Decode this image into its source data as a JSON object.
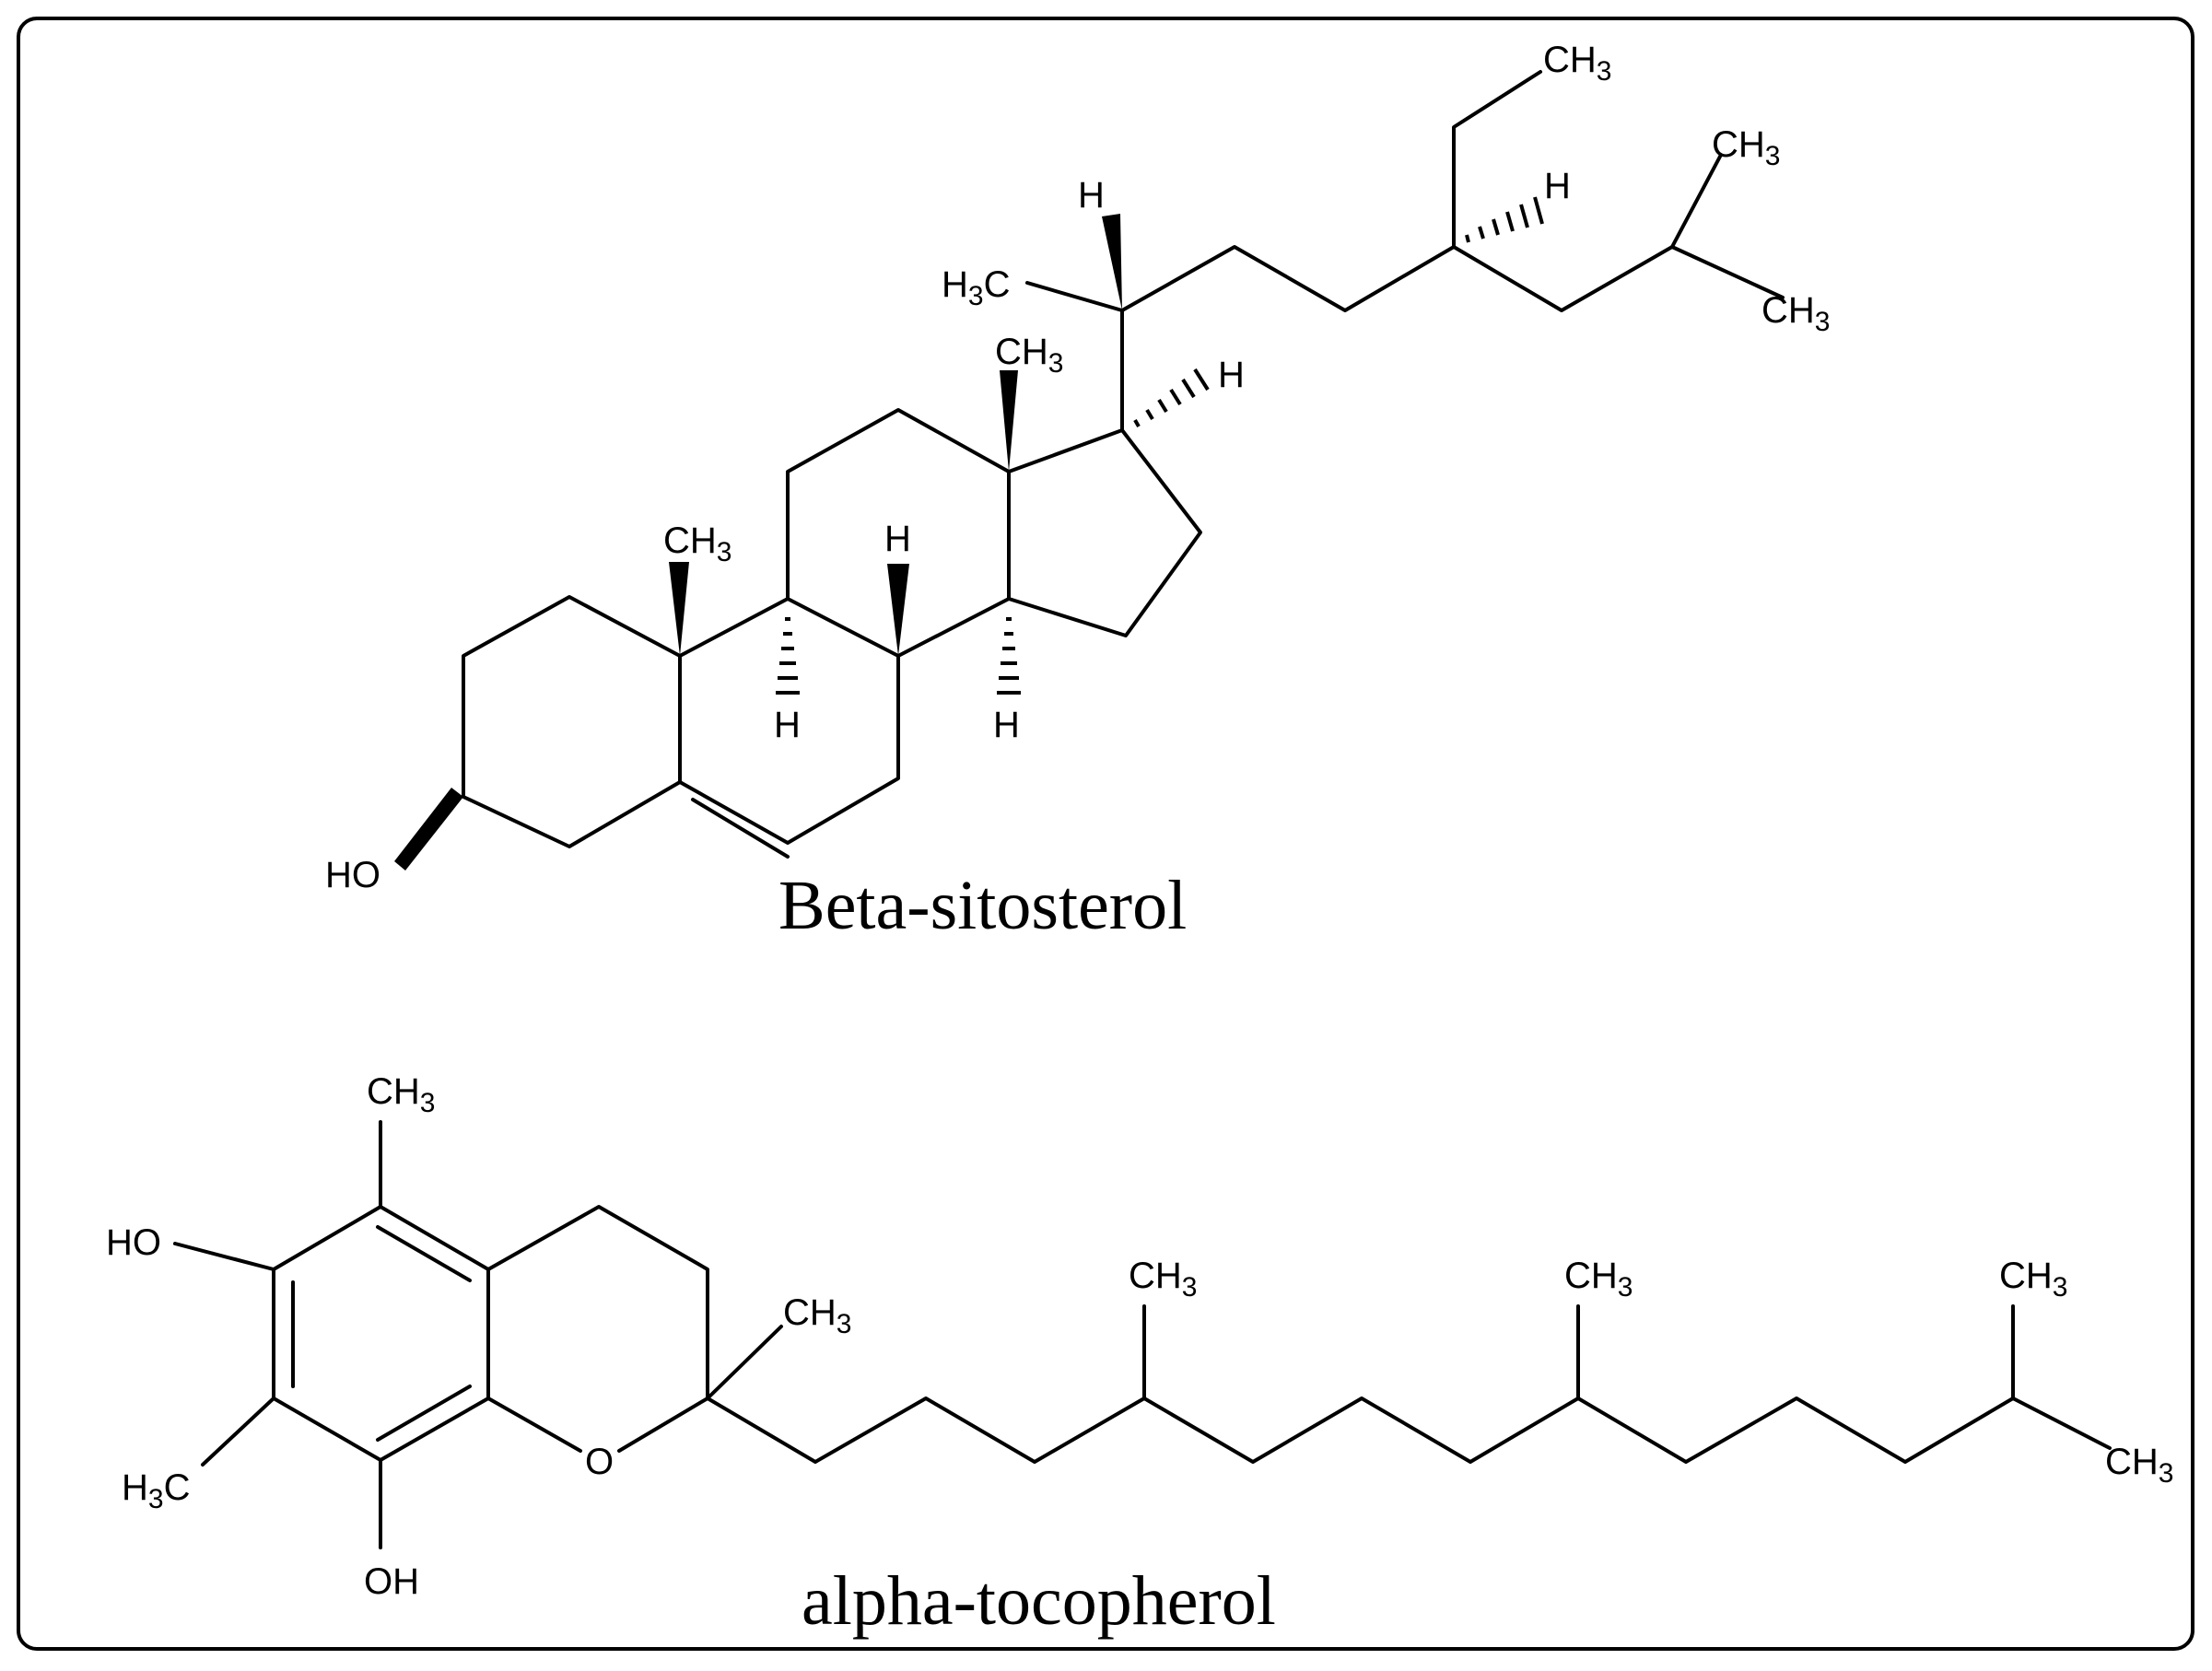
{
  "molecules": [
    {
      "name": "Beta-sitosterol",
      "atom_labels": [
        "HO",
        "CH3",
        "H",
        "H",
        "H",
        "CH3",
        "H",
        "H3C",
        "H",
        "H",
        "CH3",
        "CH3",
        "CH3"
      ]
    },
    {
      "name": "alpha-tocopherol",
      "atom_labels": [
        "CH3",
        "HO",
        "H3C",
        "OH",
        "O",
        "CH3",
        "CH3",
        "CH3",
        "CH3",
        "CH3"
      ]
    }
  ],
  "colors": {
    "ink": "#000000",
    "background": "#ffffff",
    "frame": "#000000"
  }
}
